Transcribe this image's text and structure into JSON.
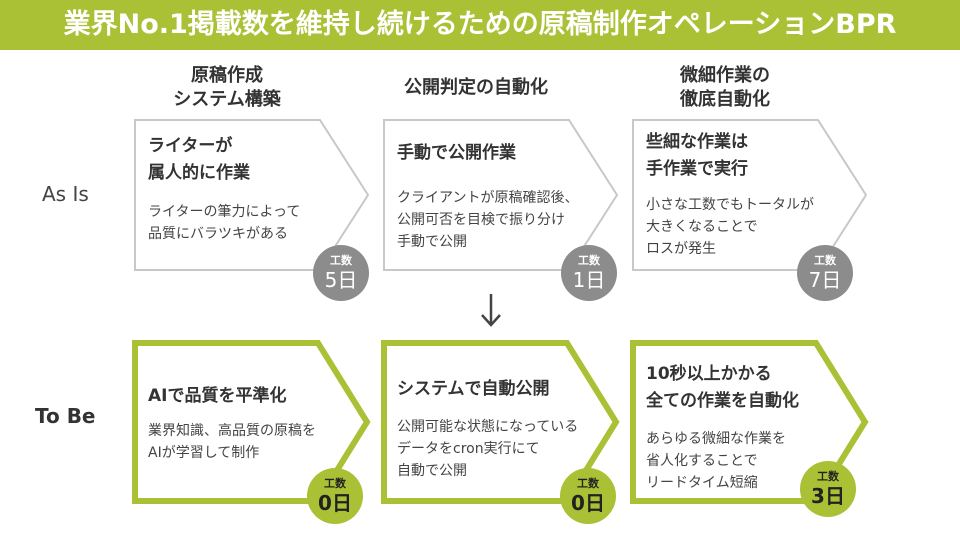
{
  "title": "業界No.1掲載数を維持し続けるための原稿制作オペレーションBPR",
  "columns": [
    {
      "heading": "原稿作成\nシステム構築"
    },
    {
      "heading": "公開判定の自動化"
    },
    {
      "heading": "微細作業の\n徹底自動化"
    }
  ],
  "rows": {
    "as_is": {
      "label": "As Is",
      "cards": [
        {
          "title": "ライターが\n属人的に作業",
          "body": "ライターの筆力によって\n品質にバラツキがある",
          "badge_label": "工数",
          "badge_value": "5日"
        },
        {
          "title": "手動で公開作業",
          "body": "クライアントが原稿確認後、\n公開可否を目検で振り分け\n手動で公開",
          "badge_label": "工数",
          "badge_value": "1日"
        },
        {
          "title": "些細な作業は\n手作業で実行",
          "body": "小さな工数でもトータルが\n大きくなることで\nロスが発生",
          "badge_label": "工数",
          "badge_value": "7日"
        }
      ]
    },
    "to_be": {
      "label": "To Be",
      "cards": [
        {
          "title": "AIで品質を平準化",
          "body": "業界知識、高品質の原稿を\nAIが学習して制作",
          "badge_label": "工数",
          "badge_value": "0日"
        },
        {
          "title": "システムで自動公開",
          "body": "公開可能な状態になっている\nデータをcron実行にて\n自動で公開",
          "badge_label": "工数",
          "badge_value": "0日"
        },
        {
          "title": "10秒以上かかる\n全ての作業を自動化",
          "body": "あらゆる微細な作業を\n省人化することで\nリードタイム短縮",
          "badge_label": "工数",
          "badge_value": "3日"
        }
      ]
    }
  },
  "transition_arrow_icon": "arrow-down-icon",
  "colors": {
    "accent": "#aac136",
    "badge_gray": "#8c8c8c",
    "outline_gray": "#c8c8c8"
  }
}
